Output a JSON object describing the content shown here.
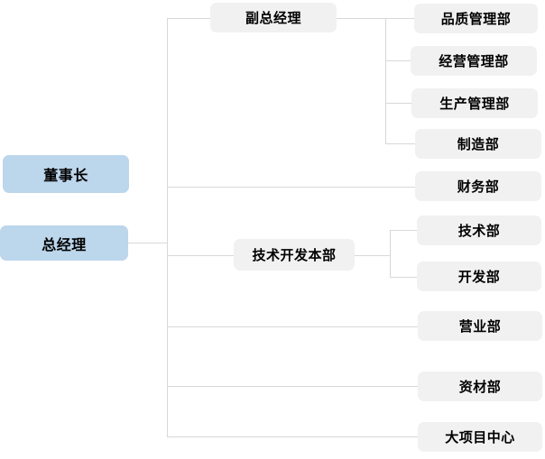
{
  "chart": {
    "type": "org-chart",
    "title": "",
    "orientation": "horizontal-left-to-right",
    "colors": {
      "executive_box": "#bcd6ec",
      "department_box": "#f1f1f1",
      "connector_line": "#d8d8d8",
      "text": "#000000",
      "background": "#ffffff"
    },
    "executives": [
      {
        "id": "chairman",
        "label": "董事长",
        "level": 1
      },
      {
        "id": "general-manager",
        "label": "总经理",
        "level": 1
      }
    ],
    "middle": [
      {
        "id": "deputy-general-manager",
        "label": "副总经理",
        "level": 2
      },
      {
        "id": "tech-development-hq",
        "label": "技术开发本部",
        "level": 2
      }
    ],
    "departments": [
      {
        "id": "quality-management",
        "label": "品质管理部",
        "parent": "deputy-general-manager",
        "level": 3
      },
      {
        "id": "business-management",
        "label": "经营管理部",
        "parent": "deputy-general-manager",
        "level": 3
      },
      {
        "id": "production-management",
        "label": "生产管理部",
        "parent": "deputy-general-manager",
        "level": 3
      },
      {
        "id": "manufacturing",
        "label": "制造部",
        "parent": "deputy-general-manager",
        "level": 3
      },
      {
        "id": "finance",
        "label": "财务部",
        "parent": "general-manager",
        "level": 3
      },
      {
        "id": "technology",
        "label": "技术部",
        "parent": "tech-development-hq",
        "level": 3
      },
      {
        "id": "development",
        "label": "开发部",
        "parent": "tech-development-hq",
        "level": 3
      },
      {
        "id": "sales",
        "label": "营业部",
        "parent": "general-manager",
        "level": 3
      },
      {
        "id": "materials",
        "label": "资材部",
        "parent": "general-manager",
        "level": 3
      },
      {
        "id": "major-project-center",
        "label": "大项目中心",
        "parent": "general-manager",
        "level": 3
      }
    ]
  }
}
